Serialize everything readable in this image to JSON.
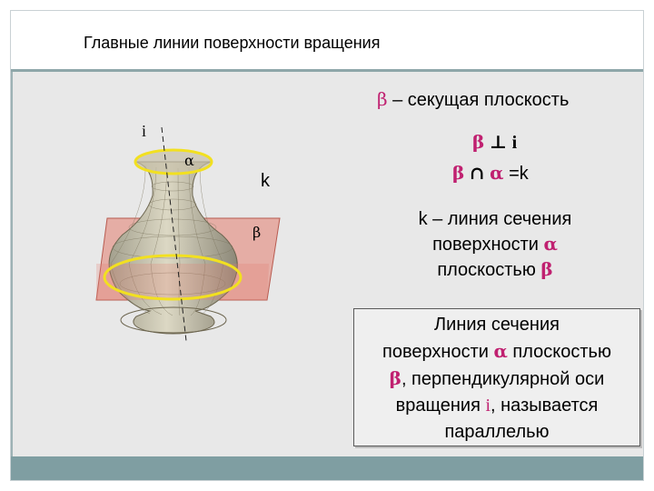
{
  "title": "Главные линии поверхности вращения",
  "figure": {
    "axis_label": "i",
    "surface_label": "α",
    "section_label": "k",
    "plane_label": "β"
  },
  "right": {
    "line1_sym": "β",
    "line1_text": " – секущая плоскость",
    "line2_beta": "β",
    "line2_perp": "⊥",
    "line2_i": "i",
    "line3_beta": "β",
    "line3_cap": "∩",
    "line3_alpha": "α",
    "line3_rest": "=k",
    "block_l1": "k – линия сечения",
    "block_l2": "поверхности ",
    "block_l2_sym": "α",
    "block_l3": "плоскостью ",
    "block_l3_sym": "β"
  },
  "definition": {
    "l1": "Линия сечения",
    "l2a": "поверхности ",
    "l2_sym": "α",
    "l2b": " плоскостью",
    "l3_sym": "β",
    "l3": ", перпендикулярной оси",
    "l4a": "вращения ",
    "l4_sym": "i",
    "l4b": ", называется",
    "l5": "параллелью"
  },
  "colors": {
    "accent_symbol": "#c02070",
    "plane_fill": "#e27c6e",
    "parallel_line": "#f2e020",
    "title_rule": "#8ea6a9",
    "bottom_bar": "#7f9ea2"
  }
}
